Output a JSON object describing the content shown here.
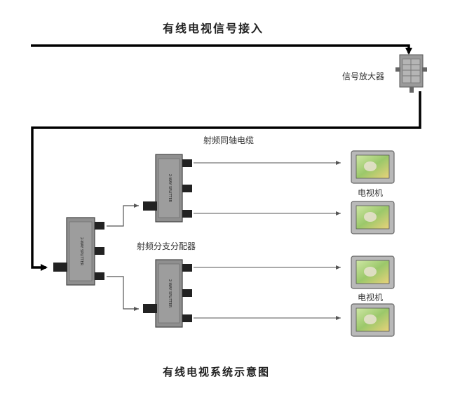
{
  "title": "有线电视信号接入",
  "caption": "有线电视系统示意图",
  "labels": {
    "amplifier": "信号放大器",
    "cable": "射频同轴电缆",
    "splitter": "射频分支分配器",
    "tv_1": "电视机",
    "tv_2": "电视机"
  },
  "colors": {
    "line": "#000000",
    "thin_line": "#555555",
    "splitter_body": "#8f8f8f",
    "tv_frame": "#b9b9b9"
  },
  "icons": {
    "amplifier": "signal-amplifier-icon",
    "splitter": "rf-splitter-icon",
    "tv": "television-icon"
  }
}
